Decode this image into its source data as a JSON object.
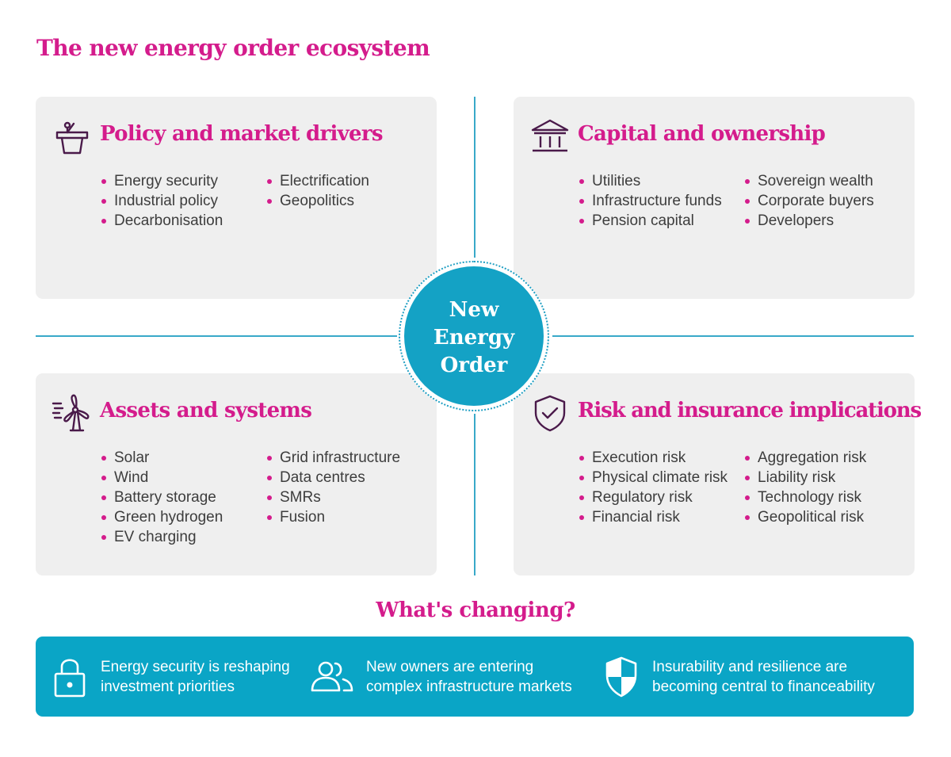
{
  "title": "The new energy order ecosystem",
  "center": {
    "label": "New\nEnergy\nOrder",
    "color": "#14a2c5"
  },
  "accent_color": "#d41c8c",
  "quadrants": {
    "policy": {
      "title": "Policy and market drivers",
      "icon": "podium-icon",
      "col1": [
        "Energy security",
        "Industrial policy",
        "Decarbonisation"
      ],
      "col2": [
        "Electrification",
        "Geopolitics"
      ]
    },
    "capital": {
      "title": "Capital and ownership",
      "icon": "bank-icon",
      "col1": [
        "Utilities",
        "Infrastructure funds",
        "Pension capital"
      ],
      "col2": [
        "Sovereign wealth",
        "Corporate buyers",
        "Developers"
      ]
    },
    "assets": {
      "title": "Assets and systems",
      "icon": "wind-turbine-icon",
      "col1": [
        "Solar",
        "Wind",
        "Battery storage",
        "Green hydrogen",
        "EV charging"
      ],
      "col2": [
        "Grid infrastructure",
        "Data centres",
        "SMRs",
        "Fusion"
      ]
    },
    "risk": {
      "title": "Risk and insurance implications",
      "icon": "shield-check-icon",
      "col1": [
        "Execution risk",
        "Physical climate risk",
        "Regulatory risk",
        "Financial risk"
      ],
      "col2": [
        "Aggregation risk",
        "Liability risk",
        "Technology risk",
        "Geopolitical risk"
      ]
    }
  },
  "changing": {
    "title": "What's changing?",
    "items": [
      {
        "icon": "lock-icon",
        "text": "Energy security is reshaping\ninvestment priorities"
      },
      {
        "icon": "people-icon",
        "text": "New owners are entering\ncomplex infrastructure markets"
      },
      {
        "icon": "shield-icon",
        "text": "Insurability and resilience are\nbecoming central to financeability"
      }
    ]
  }
}
